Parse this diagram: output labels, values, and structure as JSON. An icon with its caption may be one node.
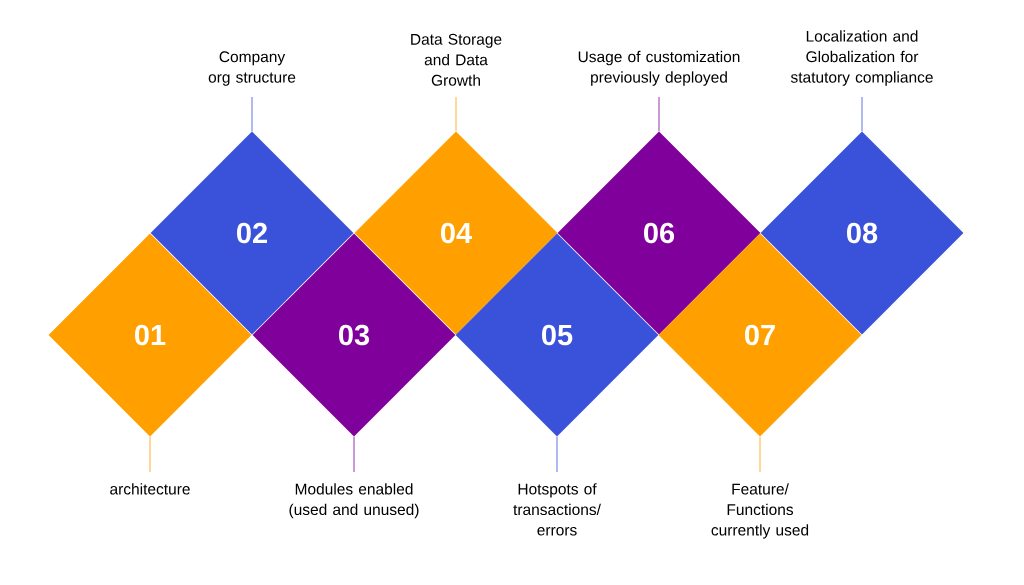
{
  "diagram": {
    "nodes": [
      {
        "text": [
          "01"
        ]
      },
      {
        "text": [
          "02"
        ]
      },
      {
        "text": [
          "03"
        ]
      },
      {
        "text": [
          "04"
        ]
      },
      {
        "text": [
          "05"
        ]
      },
      {
        "text": [
          "06"
        ]
      },
      {
        "text": [
          "07"
        ]
      },
      {
        "text": [
          "08"
        ]
      },
      {
        "text": [
          "architecture"
        ]
      },
      {
        "text": [
          "Company org structure"
        ]
      },
      {
        "text": [
          "Modules enabled (used and unused)"
        ]
      },
      {
        "text": [
          "Data Storage and Data Growth"
        ]
      },
      {
        "text": [
          "Hotspots of transactions/ errors"
        ]
      },
      {
        "text": [
          "Usage of customization previously deployed"
        ]
      },
      {
        "text": [
          "Feature/ Functions currently used"
        ]
      },
      {
        "text": [
          "Localization and Globalization for statutory compliance"
        ]
      }
    ],
    "edges": [
      {
        "from": 8,
        "to": 0,
        "arrow": "none",
        "color": "#ff9f00"
      },
      {
        "from": 9,
        "to": 1,
        "arrow": "none",
        "color": "#3a52d9"
      },
      {
        "from": 10,
        "to": 2,
        "arrow": "none",
        "color": "#80009c"
      },
      {
        "from": 11,
        "to": 3,
        "arrow": "none",
        "color": "#ff9f00"
      },
      {
        "from": 12,
        "to": 4,
        "arrow": "none",
        "color": "#3a52d9"
      },
      {
        "from": 13,
        "to": 5,
        "arrow": "none",
        "color": "#80009c"
      },
      {
        "from": 14,
        "to": 6,
        "arrow": "none",
        "color": "#ff9f00"
      },
      {
        "from": 15,
        "to": 7,
        "arrow": "none",
        "color": "#3a52d9"
      }
    ]
  }
}
